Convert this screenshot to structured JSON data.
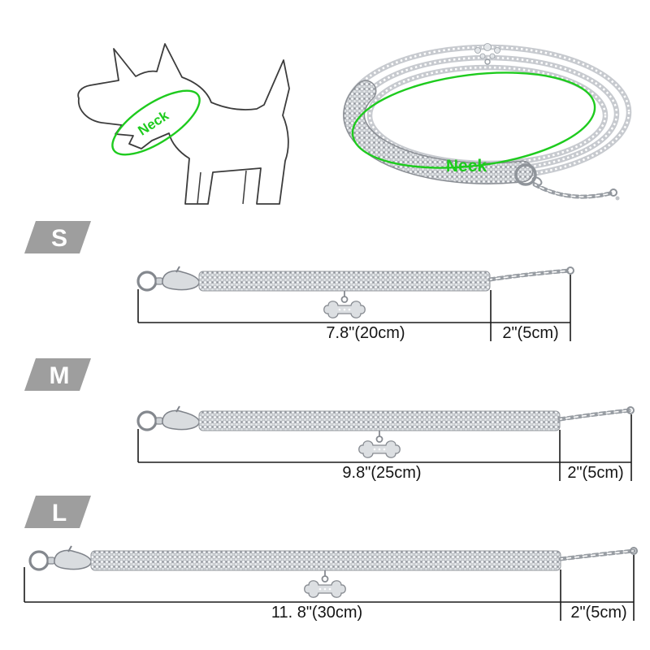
{
  "figures": {
    "dog": {
      "neck_label": "Neck"
    },
    "collar": {
      "neck_label": "Neck"
    }
  },
  "sizes": [
    {
      "label": "S",
      "length_label": "7.8\"(20cm)",
      "extension_label": "2\"(5cm)"
    },
    {
      "label": "M",
      "length_label": "9.8\"(25cm)",
      "extension_label": "2\"(5cm)"
    },
    {
      "label": "L",
      "length_label": "11. 8\"(30cm)",
      "extension_label": "2\"(5cm)"
    }
  ],
  "colors": {
    "accent_green": "#1ecb1e",
    "badge_gray": "#9e9e9e",
    "dimension_line": "#1a1a1a"
  }
}
